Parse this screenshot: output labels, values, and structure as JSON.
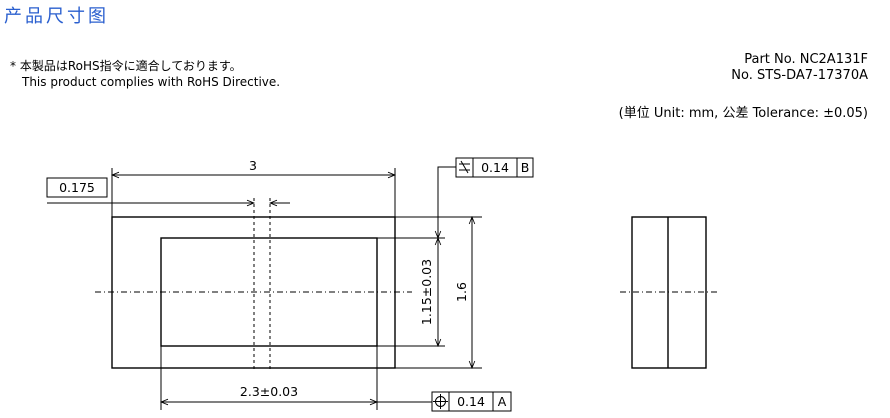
{
  "page": {
    "heading": "产品尺寸图",
    "note_line1": "*  本製品はRoHS指令に適合しております。",
    "note_line2": "This product complies with RoHS Directive.",
    "part_no": "Part No. NC2A131F",
    "doc_no": "No. STS-DA7-17370A",
    "units": "(単位 Unit: mm,  公差 Tolerance: ±0.05)"
  },
  "drawing": {
    "dim_length": "3",
    "dim_offset": "0.175",
    "dim_inner_width": "2.3±0.03",
    "dim_inner_height": "1.15±0.03",
    "dim_height": "1.6",
    "flatness_symbol": "⏥",
    "flatness_value": "0.14",
    "flatness_datum": "B",
    "position_symbol": "⌖",
    "position_value": "0.14",
    "position_datum": "A"
  }
}
